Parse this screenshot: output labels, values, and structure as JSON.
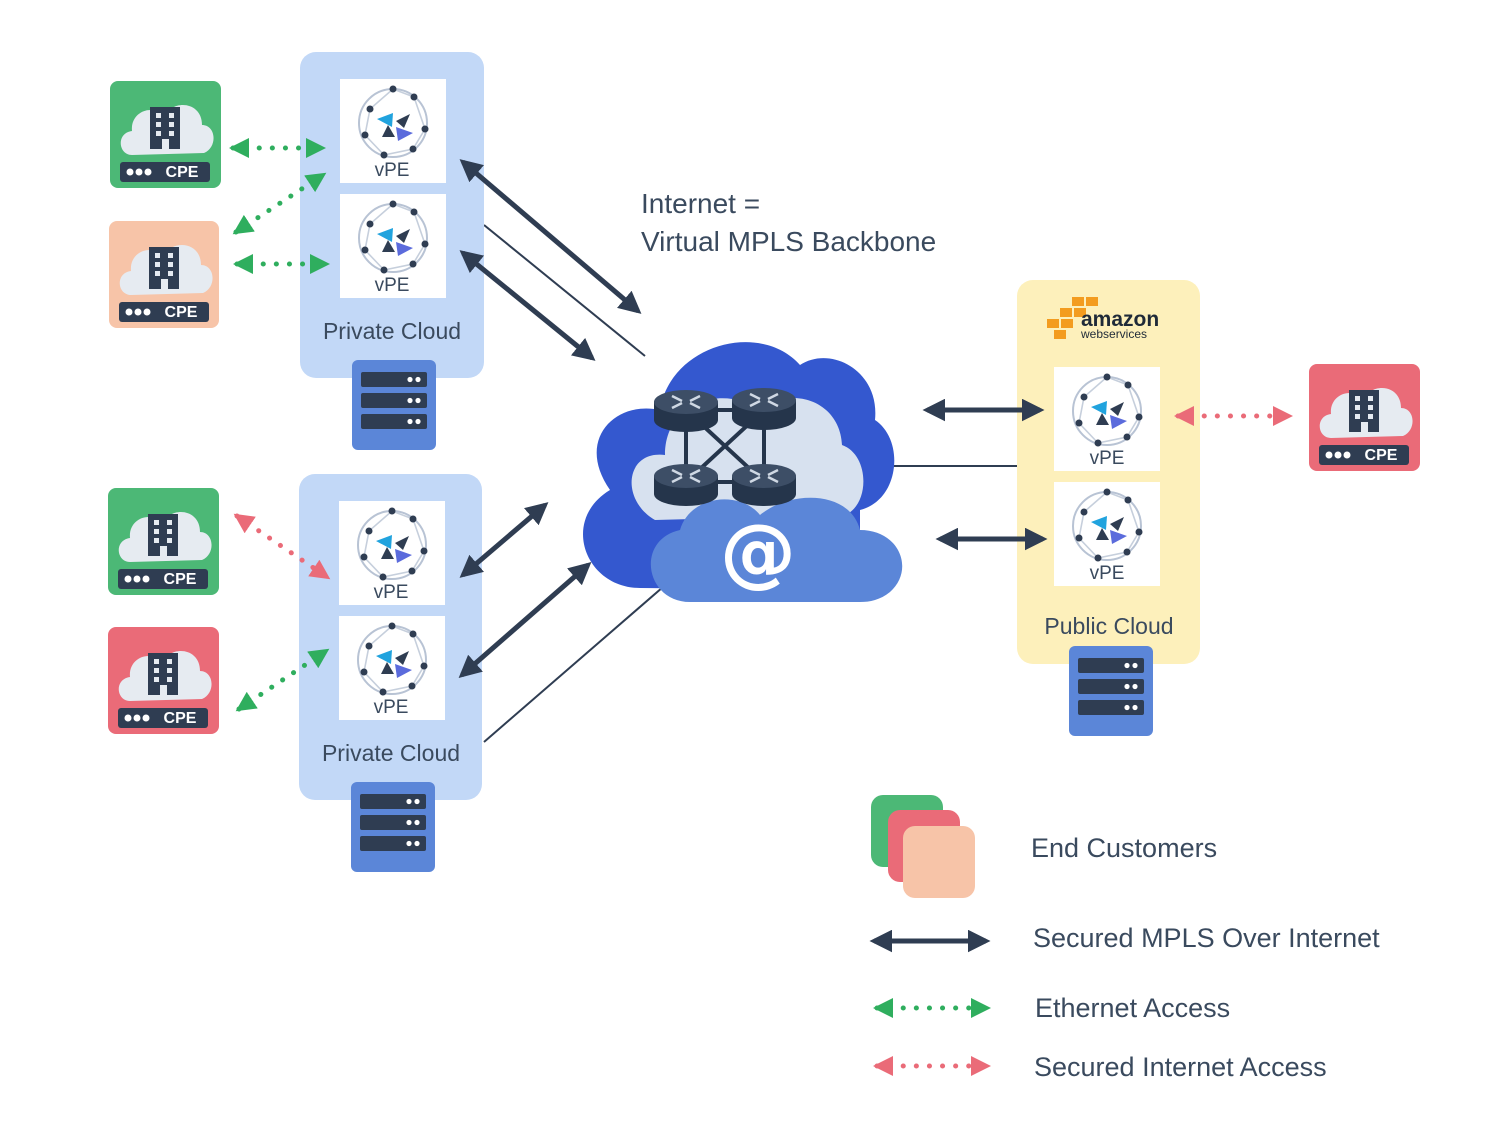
{
  "headline": {
    "line1": "Internet =",
    "line2": "Virtual MPLS Backbone"
  },
  "private_cloud_top": {
    "label": "Private Cloud",
    "vpe_labels": [
      "vPE",
      "vPE"
    ]
  },
  "private_cloud_bottom": {
    "label": "Private Cloud",
    "vpe_labels": [
      "vPE",
      "vPE"
    ]
  },
  "public_cloud": {
    "label": "Public Cloud",
    "logo_line1": "amazon",
    "logo_line2": "webservices",
    "vpe_labels": [
      "vPE",
      "vPE"
    ]
  },
  "cpe_label": "CPE",
  "internet_symbol": "@",
  "legend": {
    "end_customers": "End Customers",
    "mpls": "Secured MPLS Over Internet",
    "ethernet": "Ethernet Access",
    "internet_access": "Secured Internet Access"
  },
  "colors": {
    "green": "#4cb876",
    "salmon": "#f7c4a8",
    "red": "#ea6b78",
    "private_cloud": "#c2d8f7",
    "public_cloud": "#fdf0bb",
    "server": "#5b86d8",
    "dark": "#2f3d52",
    "cloud_dark": "#3458cf",
    "cloud_mid": "#5b86d8",
    "cloud_light": "#d7e1ef",
    "aws_orange": "#f39c1f"
  }
}
